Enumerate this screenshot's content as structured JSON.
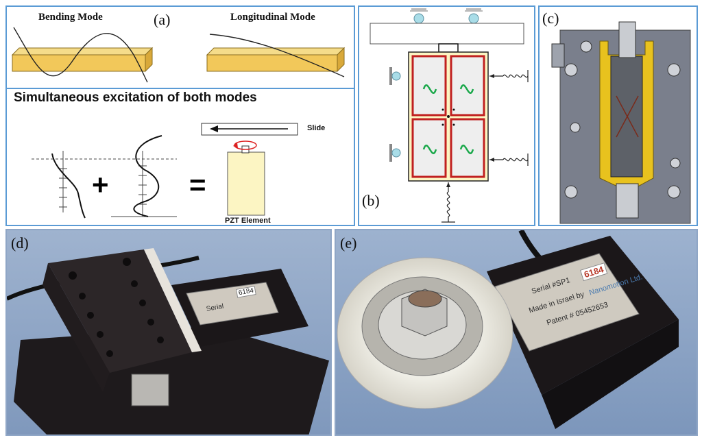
{
  "panel_a": {
    "label": "(a)",
    "bending_mode": "Bending Mode",
    "longitudinal_mode": "Longitudinal Mode",
    "simultaneous": "Simultaneous excitation of both modes",
    "plus": "+",
    "equals": "=",
    "slide": "Slide",
    "pzt_element": "PZT Element"
  },
  "panel_b": {
    "label": "(b)"
  },
  "panel_c": {
    "label": "(c)"
  },
  "panel_d": {
    "label": "(d)",
    "plate_line1": "Serial",
    "plate_serial": "6184"
  },
  "panel_e": {
    "label": "(e)",
    "plate_line1": "Serial #SP1",
    "plate_serial": "6184",
    "plate_line2": "Made in Israel by",
    "plate_maker": "Nanomotion Ltd.",
    "plate_line3": "Patent # 05452653"
  }
}
